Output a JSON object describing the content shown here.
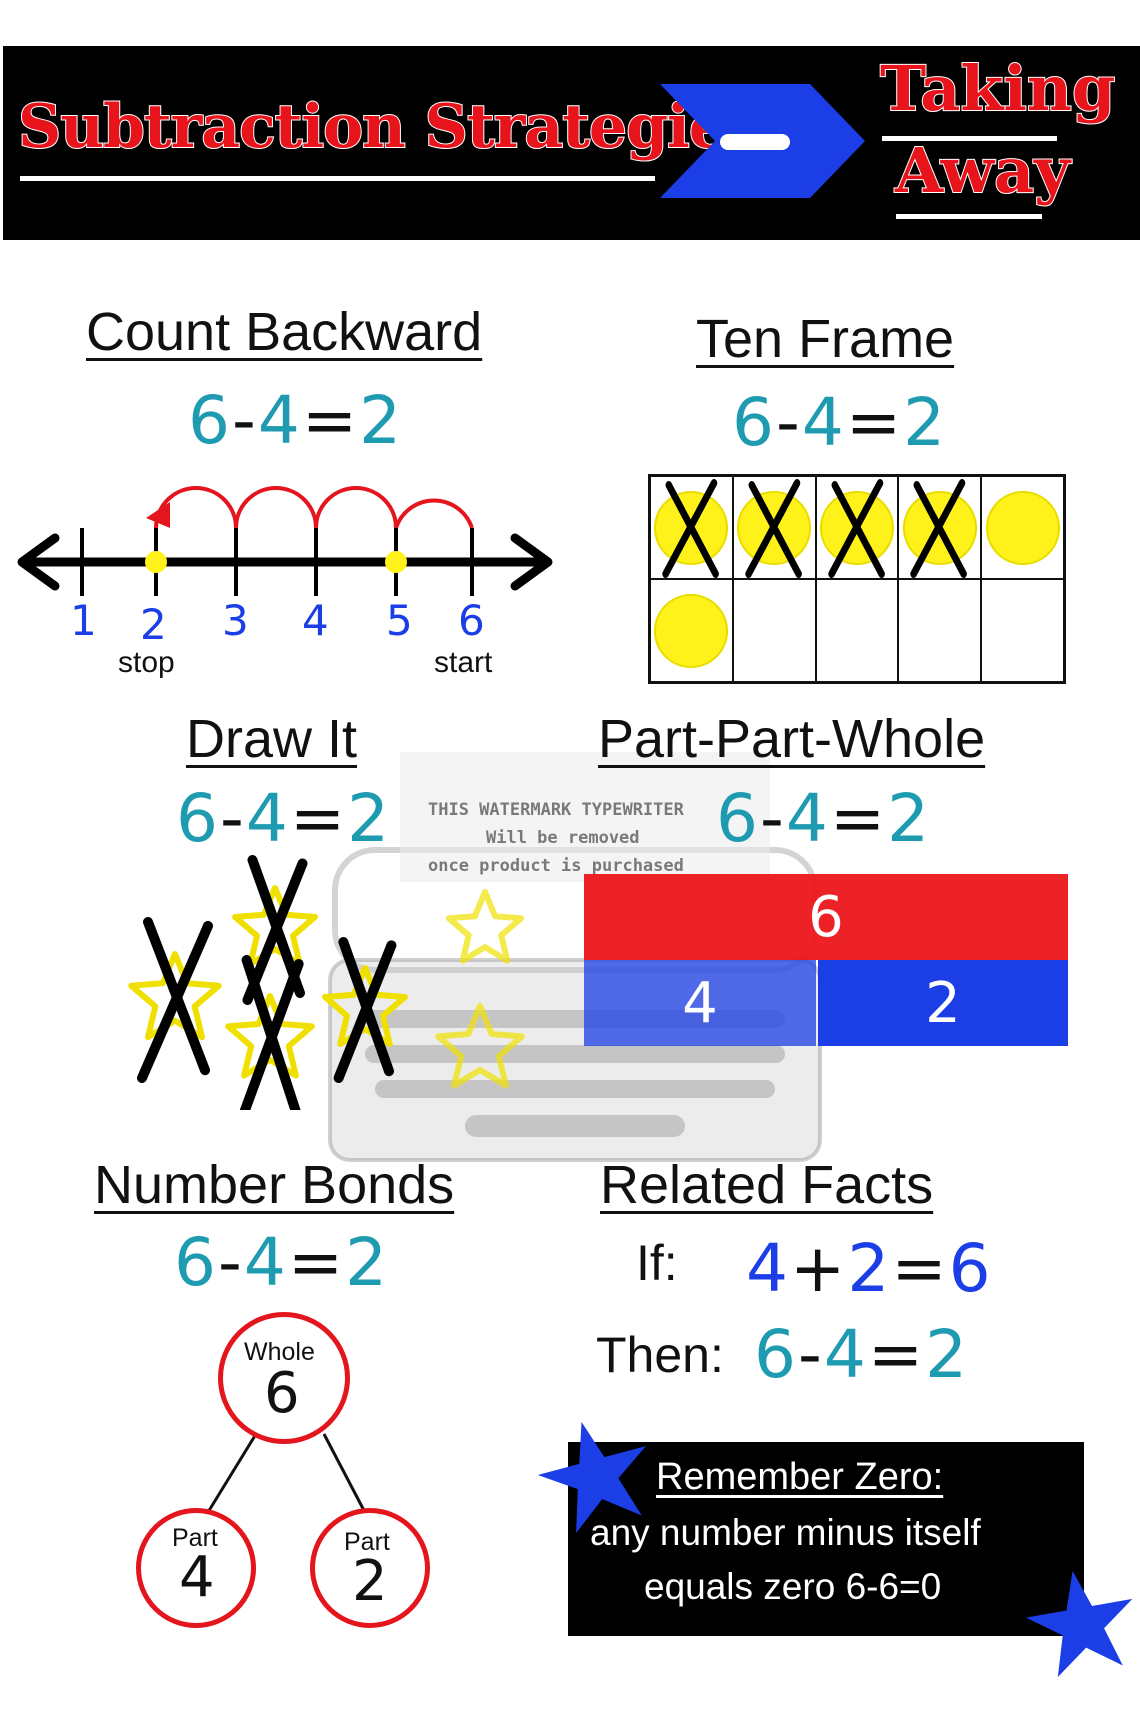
{
  "header": {
    "title": "Subtraction Strategies",
    "arrow_symbol": "−",
    "subtitle_line1": "Taking",
    "subtitle_line2": "Away"
  },
  "count_backward": {
    "title": "Count Backward",
    "equation": {
      "a": "6",
      "op": "-",
      "b": "4",
      "eq": "=",
      "c": "2"
    },
    "numbers": [
      "1",
      "2",
      "3",
      "4",
      "5",
      "6"
    ],
    "stop_label": "stop",
    "start_label": "start"
  },
  "ten_frame": {
    "title": "Ten Frame",
    "equation": {
      "a": "6",
      "op": "-",
      "b": "4",
      "eq": "=",
      "c": "2"
    },
    "filled": 6,
    "crossed": 4
  },
  "draw_it": {
    "title": "Draw It",
    "equation": {
      "a": "6",
      "op": "-",
      "b": "4",
      "eq": "=",
      "c": "2"
    },
    "stars": 6,
    "crossed": 4
  },
  "part_part_whole": {
    "title": "Part-Part-Whole",
    "equation": {
      "a": "6",
      "op": "-",
      "b": "4",
      "eq": "=",
      "c": "2"
    },
    "whole": "6",
    "part_a": "4",
    "part_b": "2"
  },
  "watermark": {
    "line1": "THIS WATERMARK TYPEWRITER",
    "line2": "Will be removed",
    "line3": "once product is purchased"
  },
  "number_bonds": {
    "title": "Number Bonds",
    "equation": {
      "a": "6",
      "op": "-",
      "b": "4",
      "eq": "=",
      "c": "2"
    },
    "whole_label": "Whole",
    "whole_value": "6",
    "part_label": "Part",
    "part_a": "4",
    "part_b": "2"
  },
  "related_facts": {
    "title": "Related Facts",
    "if_label": "If:",
    "if_equation": {
      "a": "4",
      "op": "+",
      "b": "2",
      "eq": "=",
      "c": "6"
    },
    "then_label": "Then:",
    "then_equation": {
      "a": "6",
      "op": "-",
      "b": "4",
      "eq": "=",
      "c": "2"
    }
  },
  "remember_zero": {
    "title": "Remember Zero:",
    "line1": "any number minus itself",
    "line2": "equals zero 6-6=0"
  },
  "colors": {
    "red": "#e4151c",
    "blue": "#1b3ee6",
    "teal": "#1e9bb0",
    "yellow": "#fff21a",
    "black": "#000000"
  }
}
